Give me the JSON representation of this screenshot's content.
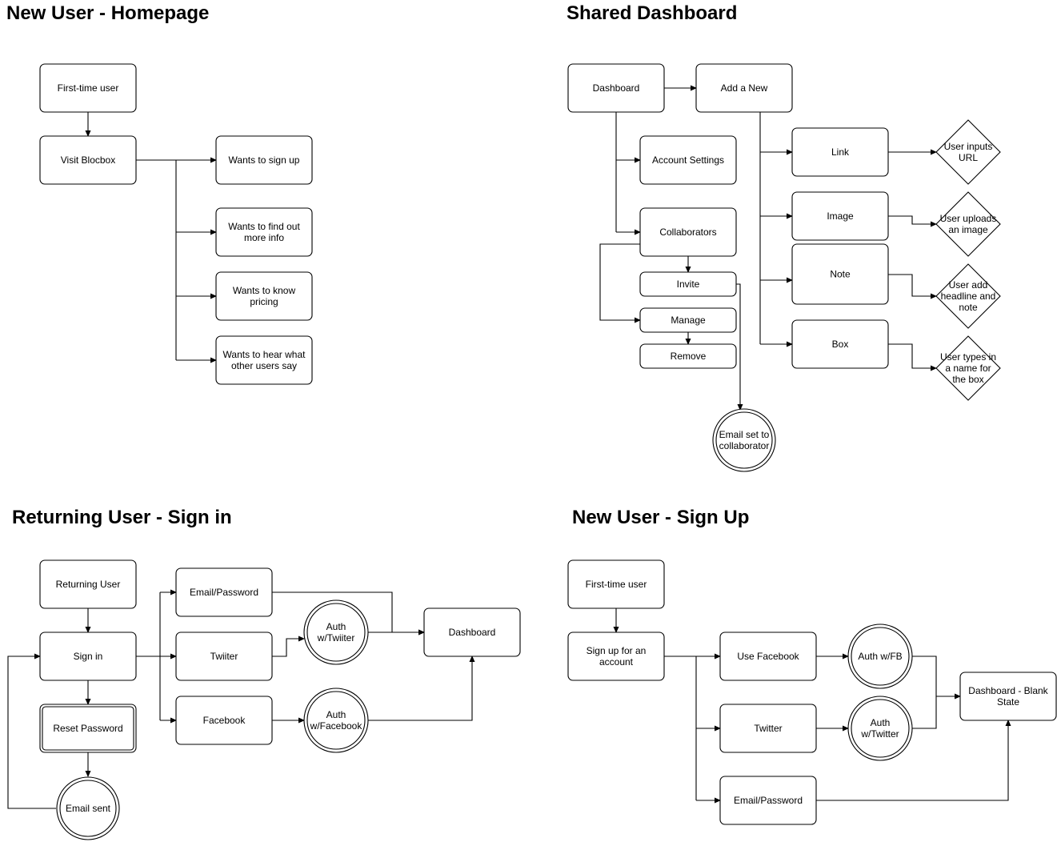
{
  "sections": {
    "homepage": "New User - Homepage",
    "dashboard": "Shared Dashboard",
    "signin": "Returning User - Sign in",
    "signup": "New User - Sign Up"
  },
  "nodes": {
    "h_first": [
      "First-time user"
    ],
    "h_visit": [
      "Visit Blocbox"
    ],
    "h_signup": [
      "Wants to sign up"
    ],
    "h_info": [
      "Wants to find out",
      "more info"
    ],
    "h_pricing": [
      "Wants to know",
      "pricing"
    ],
    "h_hear": [
      "Wants to hear what",
      "other users say"
    ],
    "d_dash": [
      "Dashboard"
    ],
    "d_addnew": [
      "Add a New"
    ],
    "d_account": [
      "Account Settings"
    ],
    "d_collab": [
      "Collaborators"
    ],
    "d_invite": [
      "Invite"
    ],
    "d_manage": [
      "Manage"
    ],
    "d_remove": [
      "Remove"
    ],
    "d_email": [
      "Email set to",
      "collaborator"
    ],
    "d_link": [
      "Link"
    ],
    "d_image": [
      "Image"
    ],
    "d_note": [
      "Note"
    ],
    "d_box": [
      "Box"
    ],
    "d_url": [
      "User inputs",
      "URL"
    ],
    "d_upload": [
      "User uploads",
      "an image"
    ],
    "d_headline": [
      "User add",
      "headline and",
      "note"
    ],
    "d_boxname": [
      "User types in",
      "a name for",
      "the box"
    ],
    "s_returning": [
      "Returning User"
    ],
    "s_signin": [
      "Sign in"
    ],
    "s_reset": [
      "Reset Password"
    ],
    "s_emailsent": [
      "Email sent"
    ],
    "s_emailpw": [
      "Email/Password"
    ],
    "s_twitter": [
      "Twiiter"
    ],
    "s_facebook": [
      "Facebook"
    ],
    "s_authtw": [
      "Auth",
      "w/Twiiter"
    ],
    "s_authfb": [
      "Auth",
      "w/Facebook"
    ],
    "s_dash": [
      "Dashboard"
    ],
    "u_first": [
      "First-time user"
    ],
    "u_signup": [
      "Sign up for an",
      "account"
    ],
    "u_facebook": [
      "Use Facebook"
    ],
    "u_twitter": [
      "Twitter"
    ],
    "u_emailpw": [
      "Email/Password"
    ],
    "u_authfb": [
      "Auth w/FB"
    ],
    "u_authtw": [
      "Auth",
      "w/Twitter"
    ],
    "u_dash": [
      "Dashboard - Blank",
      "State"
    ]
  }
}
